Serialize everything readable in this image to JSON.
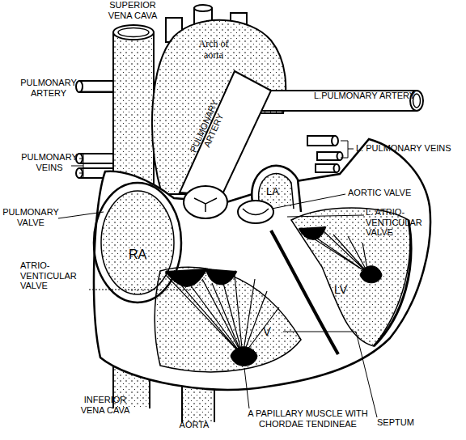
{
  "diagram": {
    "labels": [
      "SUPERIOR VENA CAVA",
      "Arch of aorta",
      "PULMONARY ARTERY",
      "L.PULMONARY ARTERY",
      "PULMONARY ARTERY",
      "L. PULMONARY VEINS",
      "PULMONARY VEINS",
      "LA",
      "AORTIC VALVE",
      "PULMONARY VALVE",
      "L. ATRIO- VENTICULAR VALVE",
      "RA",
      "ATRIO- VENTICULAR VALVE",
      "LV",
      "V",
      "SEPTUM",
      "INFERIOR VENA CAVA",
      "AORTA",
      "A PAPILLARY MUSCLE WITH CHORDAE TENDINEAE"
    ]
  }
}
